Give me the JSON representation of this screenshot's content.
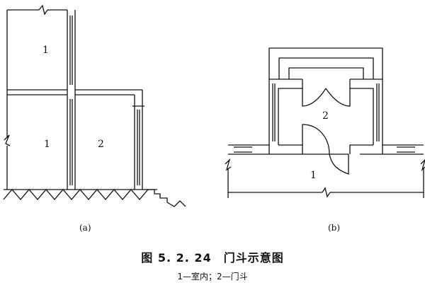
{
  "figure": {
    "title": "图 5. 2. 24　门斗示意图",
    "legend": "1—室内；2—门斗",
    "colors": {
      "line": "#111111",
      "background": "#ffffff"
    }
  },
  "diagram_a": {
    "sublabel": "(a)",
    "room_upper": "1",
    "room_lower": "1",
    "vestibule": "2"
  },
  "diagram_b": {
    "sublabel": "(b)",
    "vestibule": "2",
    "room": "1"
  }
}
